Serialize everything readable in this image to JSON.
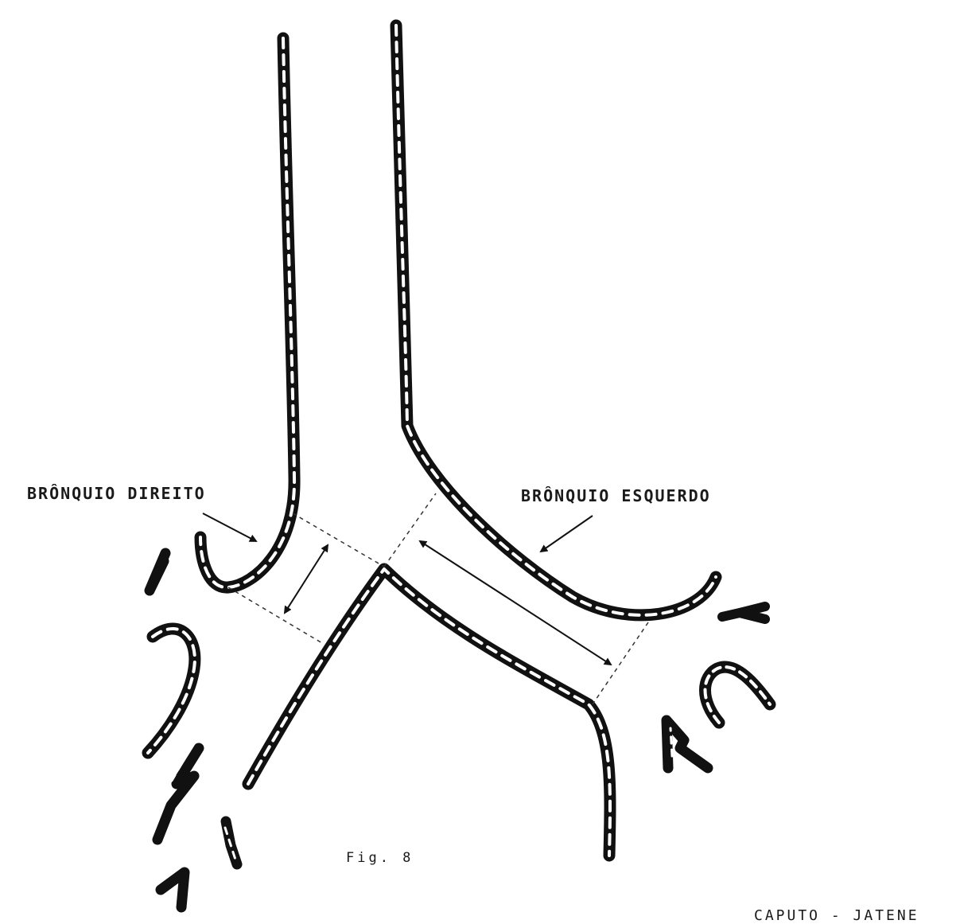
{
  "labels": {
    "right_bronchus": "BRÔNQUIO DIREITO",
    "left_bronchus": "BRÔNQUIO ESQUERDO"
  },
  "caption": "Fig. 8",
  "credit": "CAPUTO - JATENE",
  "colors": {
    "ink": "#111111",
    "lumen_dash": "#ffffff",
    "background": "#ffffff"
  }
}
